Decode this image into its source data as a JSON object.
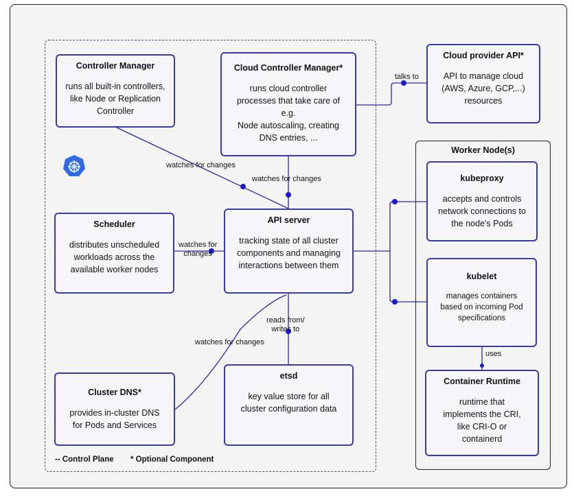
{
  "control_plane": {
    "legend": "-- Control Plane",
    "optional_legend": "* Optional Component"
  },
  "boxes": {
    "controller_manager": {
      "title": "Controller Manager",
      "desc": "runs all built-in controllers,\nlike Node or Replication\nController"
    },
    "cloud_controller_manager": {
      "title": "Cloud Controller Manager*",
      "desc": "runs cloud controller\nprocesses that take care of\ne.g.\nNode autoscaling, creating\nDNS entries, ..."
    },
    "cloud_provider_api": {
      "title": "Cloud provider API*",
      "desc": "API to manage cloud\n(AWS, Azure, GCP,...)\nresources"
    },
    "scheduler": {
      "title": "Scheduler",
      "desc": "distributes unscheduled\nworkloads across the\navailable worker nodes"
    },
    "api_server": {
      "title": "API server",
      "desc": "tracking state of all cluster\ncomponents and managing\ninteractions between them"
    },
    "cluster_dns": {
      "title": "Cluster DNS*",
      "desc": "provides in-cluster DNS\nfor Pods and Services"
    },
    "etsd": {
      "title": "etsd",
      "desc": "key value store for all\ncluster configuration data"
    },
    "kubeproxy": {
      "title": "kubeproxy",
      "desc": "accepts and controls\nnetwork connections to\nthe node's Pods"
    },
    "kubelet": {
      "title": "kubelet",
      "desc": "manages containers\nbased on incoming Pod\nspecifications"
    },
    "container_runtime": {
      "title": "Container Runtime",
      "desc": "runtime that\nimplements the CRI,\nlike CRI-O or\ncontainerd"
    }
  },
  "worker_node": {
    "title": "Worker Node(s)"
  },
  "edges": {
    "cm_api": "watches for changes",
    "ccm_api": "watches for changes",
    "ccm_cloud": "talks to",
    "sched_api": "watches for\nchanges",
    "api_etsd": "reads from/\nwrites to",
    "dns_api": "watches for changes",
    "kubelet_runtime": "uses"
  },
  "colors": {
    "edge": "#2a2aa0",
    "box_border": "#3a3aa8",
    "logo": "#326ce5"
  },
  "logo": "kubernetes-logo"
}
